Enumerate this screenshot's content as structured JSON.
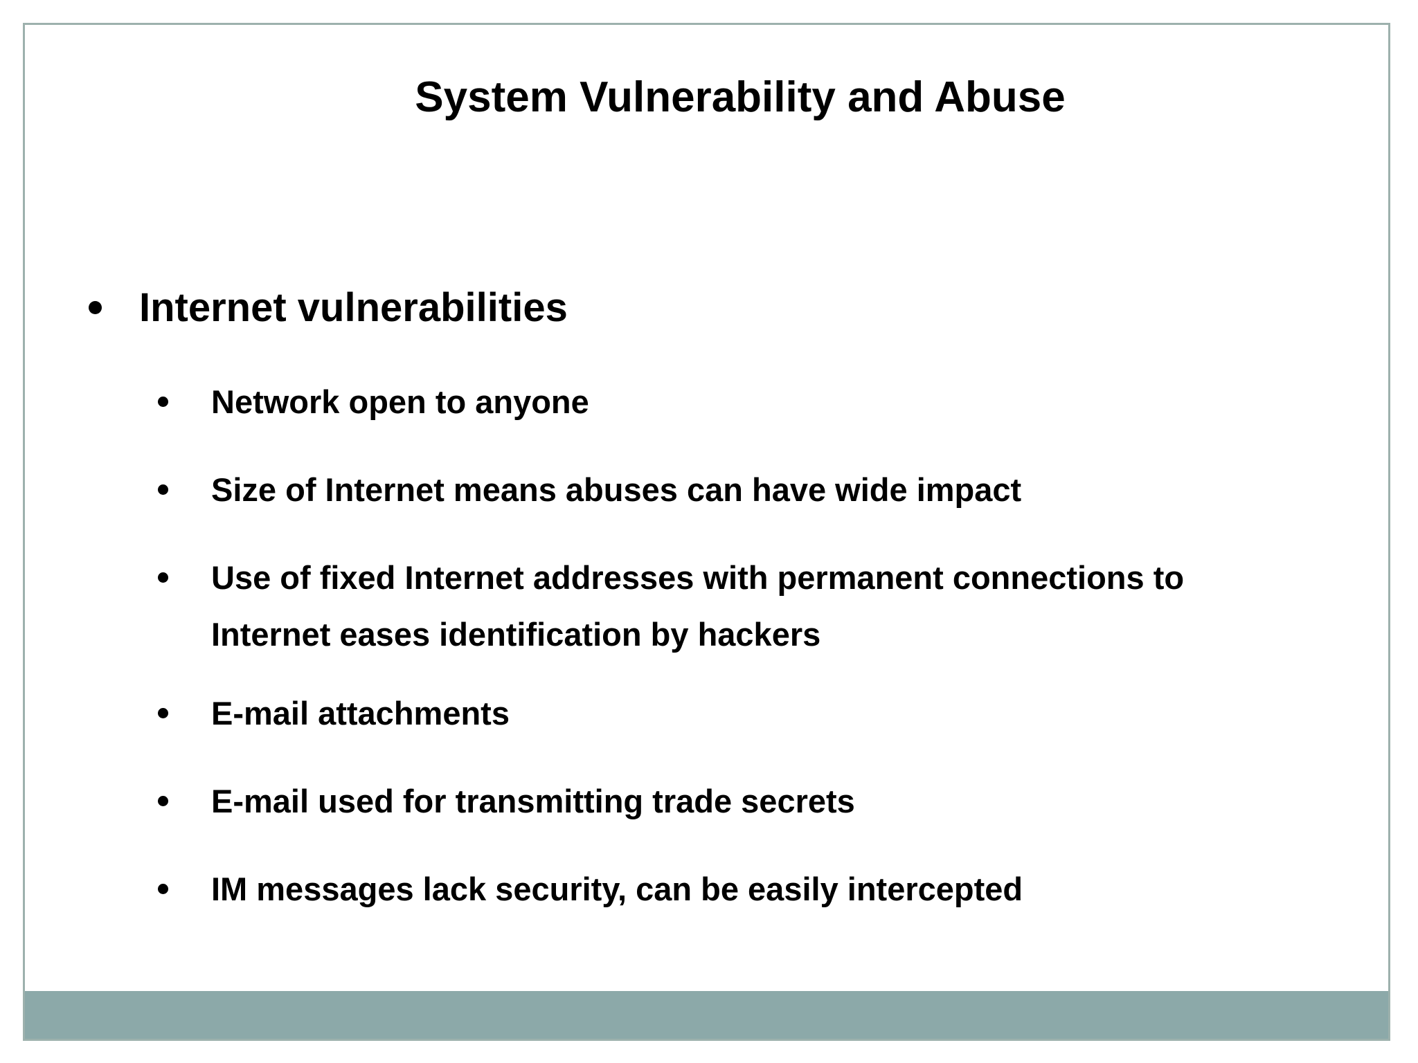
{
  "slide": {
    "title": "System Vulnerability and Abuse",
    "bullets": [
      {
        "label": "Internet vulnerabilities",
        "children": [
          "Network open to anyone",
          "Size of Internet means abuses can have wide impact",
          "Use of fixed Internet addresses with permanent connections to Internet eases identification by hackers",
          "E-mail attachments",
          "E-mail used for transmitting trade secrets",
          "IM messages lack security, can be easily intercepted"
        ]
      }
    ],
    "colors": {
      "background": "#FFFFFF",
      "text": "#000000",
      "frame_border": "#9DB1AD",
      "accent_bar": "#8CA9A9"
    }
  }
}
